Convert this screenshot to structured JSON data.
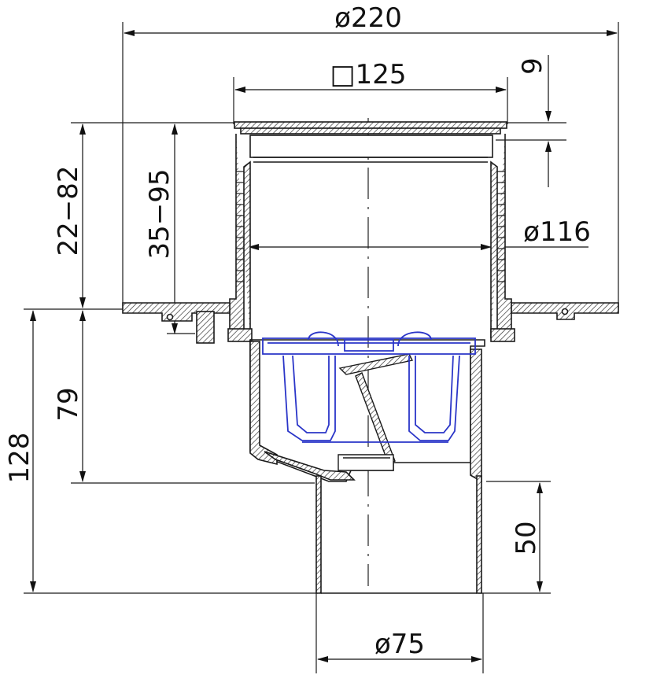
{
  "dimensions": {
    "overall_width": "ø220",
    "grate_size": "□125",
    "grate_thickness": "9",
    "height_range_a": "22−82",
    "height_range_b": "35−95",
    "body_diameter": "ø116",
    "lower_height": "79",
    "total_height": "128",
    "outlet_length": "50",
    "outlet_diameter": "ø75"
  },
  "colors": {
    "lines": "#1a1a1a",
    "trap": "#2a35c8",
    "hatch": "#444444"
  }
}
